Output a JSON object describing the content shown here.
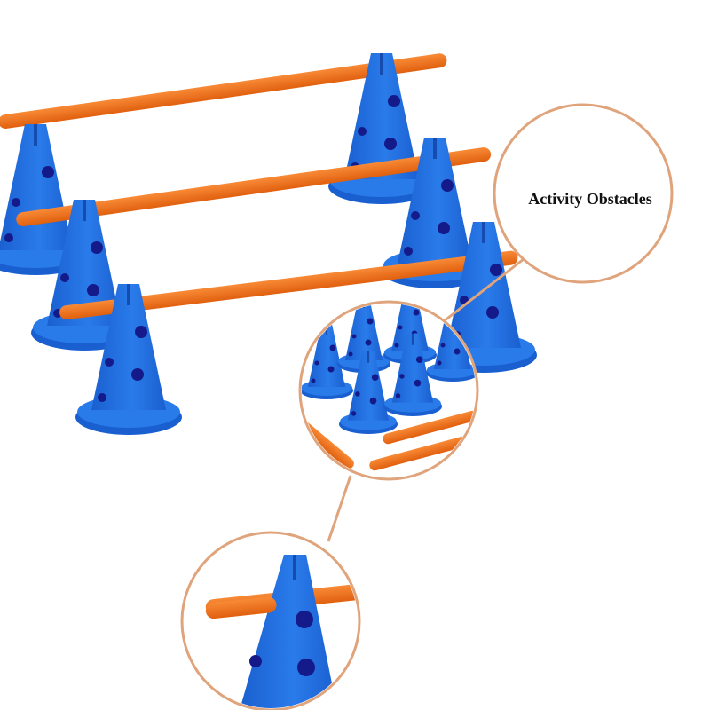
{
  "product": {
    "callout_label": "Activity Obstacles",
    "items": [
      "blue-cone",
      "orange-pole"
    ],
    "cone_count_main": 6,
    "pole_count_main": 3
  },
  "colors": {
    "cone_blue": "#1f6fe0",
    "cone_blue_dark": "#1550b8",
    "hole": "#141a8a",
    "pole_orange": "#f2701a",
    "callout_ring": "#e0a47c",
    "background": "#ffffff"
  },
  "callouts": [
    {
      "name": "label-callout",
      "text": "Activity Obstacles"
    },
    {
      "name": "stacked-cones-callout"
    },
    {
      "name": "cone-with-pole-callout"
    }
  ]
}
